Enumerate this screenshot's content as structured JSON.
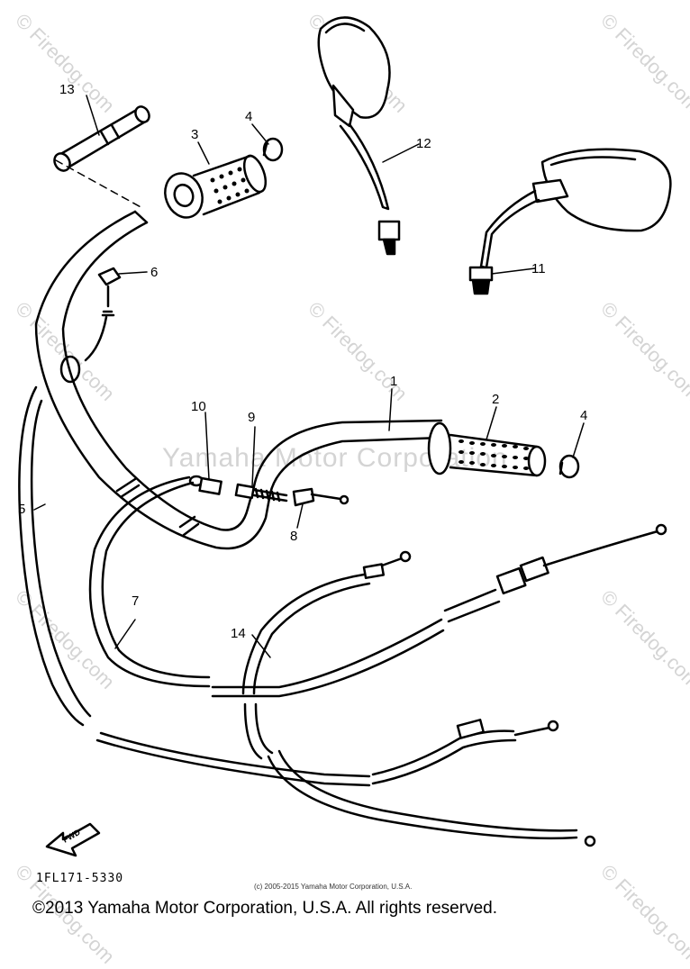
{
  "watermark": {
    "site_text": "© Firedog.com",
    "company_text": "Yamaha Motor Corporation"
  },
  "callouts": [
    "1",
    "2",
    "3",
    "4",
    "4",
    "5",
    "6",
    "7",
    "8",
    "9",
    "10",
    "11",
    "12",
    "13",
    "14"
  ],
  "fwd_label": "FWD",
  "part_number": "1FL171-5330",
  "fine_print": "(c) 2005-2015 Yamaha Motor Corporation, U.S.A.",
  "copyright": "©2013 Yamaha Motor Corporation, U.S.A. All rights reserved.",
  "colors": {
    "ink": "#000000",
    "watermark": "#d4d4d4",
    "background": "#ffffff"
  }
}
